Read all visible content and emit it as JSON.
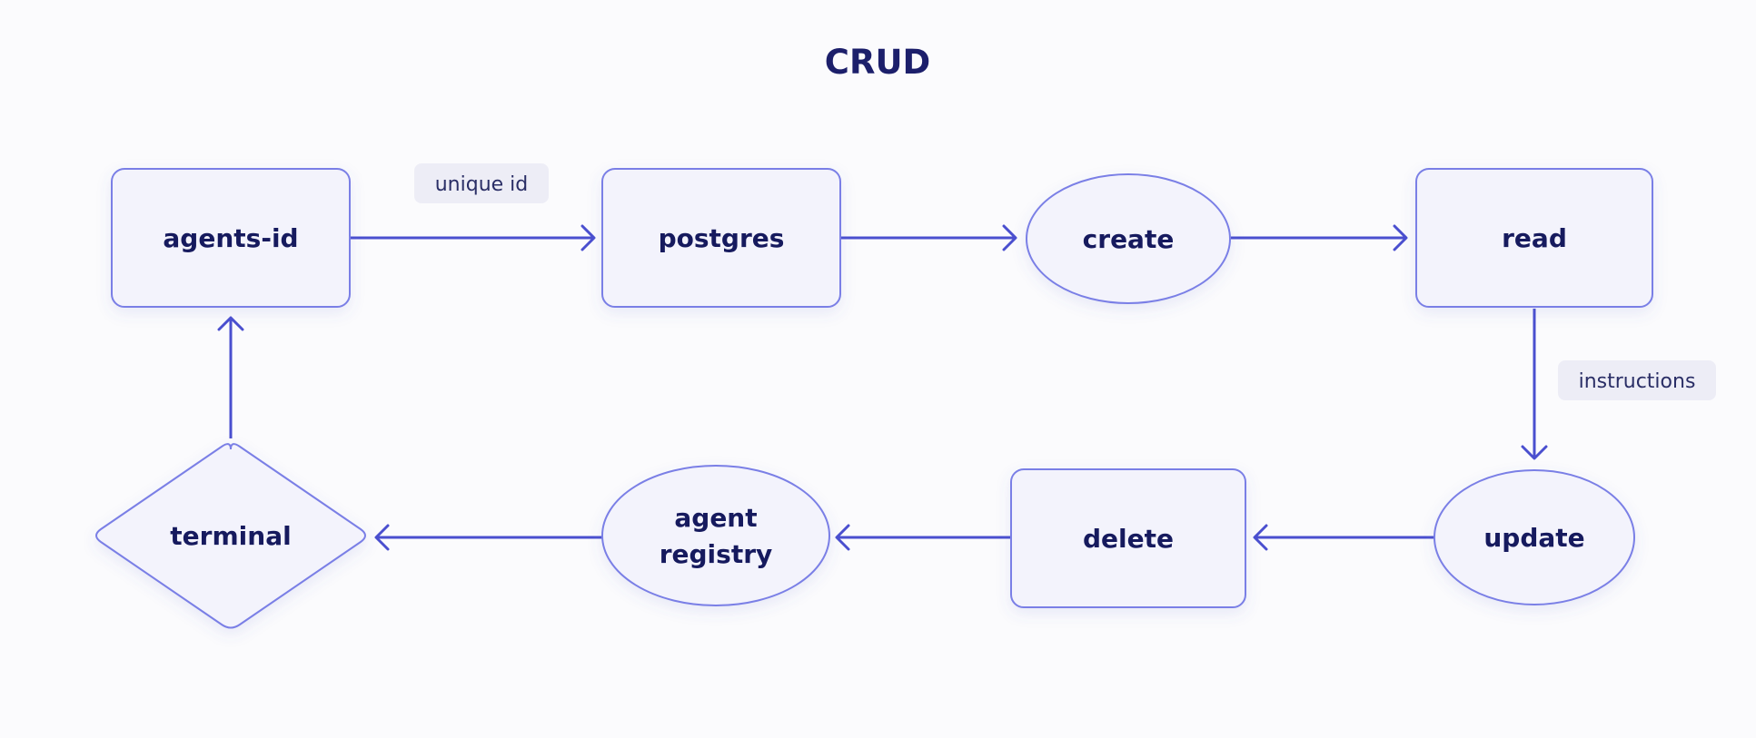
{
  "title": "CRUD",
  "colors": {
    "node_fill": "#f3f3fc",
    "node_stroke": "#7a7fe6",
    "edge": "#4a4fcf",
    "text": "#161a5e",
    "label_bg": "#ededf6"
  },
  "nodes": [
    {
      "id": "agents-id",
      "label": "agents-id",
      "shape": "rounded-rectangle"
    },
    {
      "id": "postgres",
      "label": "postgres",
      "shape": "rounded-rectangle"
    },
    {
      "id": "create",
      "label": "create",
      "shape": "ellipse"
    },
    {
      "id": "read",
      "label": "read",
      "shape": "rounded-rectangle"
    },
    {
      "id": "update",
      "label": "update",
      "shape": "ellipse"
    },
    {
      "id": "delete",
      "label": "delete",
      "shape": "rounded-rectangle"
    },
    {
      "id": "agent-registry",
      "label": "agent\nregistry",
      "shape": "ellipse"
    },
    {
      "id": "terminal",
      "label": "terminal",
      "shape": "diamond"
    }
  ],
  "edges": [
    {
      "from": "agents-id",
      "to": "postgres",
      "label": "unique id"
    },
    {
      "from": "postgres",
      "to": "create",
      "label": ""
    },
    {
      "from": "create",
      "to": "read",
      "label": ""
    },
    {
      "from": "read",
      "to": "update",
      "label": "instructions"
    },
    {
      "from": "update",
      "to": "delete",
      "label": ""
    },
    {
      "from": "delete",
      "to": "agent-registry",
      "label": ""
    },
    {
      "from": "agent-registry",
      "to": "terminal",
      "label": ""
    },
    {
      "from": "terminal",
      "to": "agents-id",
      "label": ""
    }
  ]
}
